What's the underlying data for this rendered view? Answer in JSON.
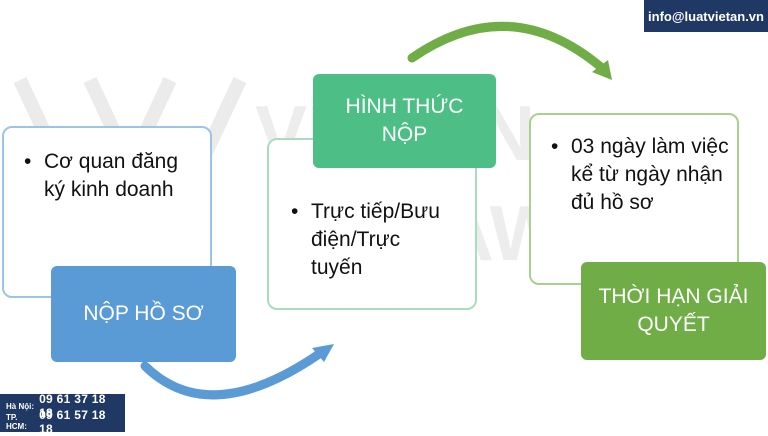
{
  "steps": [
    {
      "label": "NỘP HỒ SƠ",
      "bullets": [
        "Cơ quan đăng ký kinh doanh"
      ],
      "colors": {
        "label_fill": "#5b9bd5",
        "card_border": "#9dc3e6"
      }
    },
    {
      "label": "HÌNH THỨC NỘP",
      "bullets": [
        "Trực tiếp/Bưu điện/Trực tuyến"
      ],
      "colors": {
        "label_fill": "#4dbf86",
        "card_border": "#a9dcc0"
      }
    },
    {
      "label": "THỜI HẠN GIẢI QUYẾT",
      "bullets": [
        "03 ngày làm việc kể từ ngày nhận đủ hồ sơ"
      ],
      "colors": {
        "label_fill": "#70ad47",
        "card_border": "#a9d18e"
      }
    }
  ],
  "arrows": [
    {
      "color": "#5b9bd5",
      "icon": "curved-arrow-icon"
    },
    {
      "color": "#70ad47",
      "icon": "curved-arrow-icon"
    }
  ],
  "branding": {
    "email": "info@luatvietan.vn",
    "watermark": "VIETAN LAW",
    "phones": [
      {
        "city": "Hà Nội:",
        "number": "09 61 37 18 18"
      },
      {
        "city": "TP. HCM:",
        "number": "09 61 57 18 18"
      }
    ],
    "colors": {
      "panel_fill": "#1f3864"
    }
  }
}
